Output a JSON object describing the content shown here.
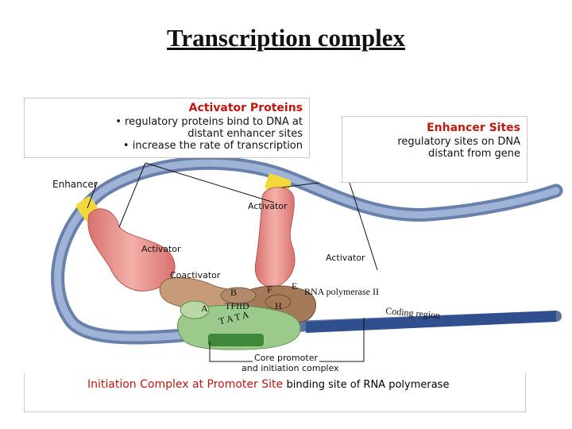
{
  "title": "Transcription complex",
  "activator_box": {
    "heading": "Activator Proteins",
    "line1": "• regulatory proteins bind to DNA at",
    "line2": "distant enhancer sites",
    "line3": "• increase the rate of transcription"
  },
  "enhancer_box": {
    "heading": "Enhancer Sites",
    "line1": "regulatory sites on DNA",
    "line2": "distant from gene"
  },
  "labels": {
    "enhancer": "Enhancer",
    "activator_top": "Activator",
    "activator_left": "Activator",
    "activator_right": "Activator",
    "coactivator": "Coactivator",
    "b": "B",
    "f": "F",
    "e": "E",
    "rna_pol": "RNA polymerase II",
    "a": "A",
    "tfiid": "TFIID",
    "h": "H",
    "coding_region": "Coding region",
    "tata": "T A T A",
    "core_line1": "Core promoter",
    "core_line2": "and initiation complex"
  },
  "caption": {
    "red_part": "Initiation Complex at Promoter Site",
    "black_part": "binding site of RNA polymerase"
  },
  "colors": {
    "dna": "#8aa2c8",
    "activator": "#e8908c",
    "enhancer_site": "#f2d83a",
    "tfiid": "#9cc98c",
    "polymerase": "#a57a5a",
    "heading_red": "#c0170f"
  }
}
